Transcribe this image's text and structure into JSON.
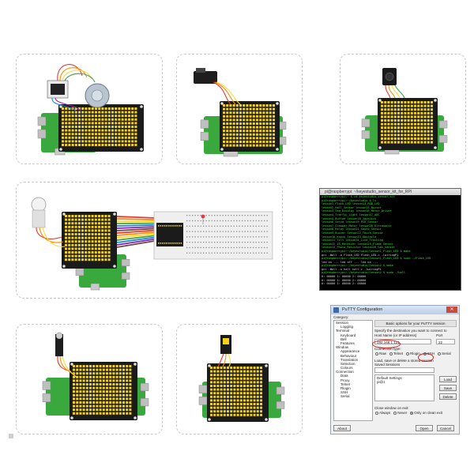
{
  "terminal": {
    "title": "pi@raspberrypi: ~/keyestudio_sensor_kit_for_RPI",
    "lines": [
      {
        "t": "pi@raspberrypi:~ $ cd keyestudio_sensor_kit",
        "c": "g"
      },
      {
        "t": "pi@raspberrypi:~/keyestudio $ ls",
        "c": "g"
      },
      {
        "t": "lesson1_Flash_LED          lesson14_RGB_LED",
        "c": "g"
      },
      {
        "t": "lesson2_Hall_Sensor        lesson15_Buzzer",
        "c": "g"
      },
      {
        "t": "lesson3_Seg_Display        lesson16_Motor_Driver",
        "c": "g"
      },
      {
        "t": "lesson4_Traffic_Light      lesson17_ADC",
        "c": "g"
      },
      {
        "t": "lesson5_Button             lesson18_Joystick",
        "c": "g"
      },
      {
        "t": "lesson6_Servo              lesson19_PIR_Sensor",
        "c": "g"
      },
      {
        "t": "lesson7_Stepper_Motor      lesson20_Ultrasonic",
        "c": "g"
      },
      {
        "t": "lesson8_Relay              lesson21_Sound_Sensor",
        "c": "g"
      },
      {
        "t": "lesson9_Buzzer             lesson22_Touch_Sensor",
        "c": "g"
      },
      {
        "t": "lesson10_Knock             lesson23_Obstacle",
        "c": "g"
      },
      {
        "t": "lesson11_Tilt              lesson24_Line_Tracking",
        "c": "g"
      },
      {
        "t": "lesson12_IR_Receiver       lesson25_Flame_Sensor",
        "c": "g"
      },
      {
        "t": "lesson13_Photo_Resistor    lesson26_Gas_Sensor",
        "c": "g"
      },
      {
        "t": "pi@raspberrypi:~/keyestudio/lesson1_Flash_LED $ make",
        "c": "g"
      },
      {
        "t": "gcc -Wall -o Flash_LED Flash_LED.c -lwiringPi",
        "c": "w"
      },
      {
        "t": "pi@raspberrypi:~/keyestudio/lesson1_Flash_LED $ sudo ./Flash_LED",
        "c": "g"
      },
      {
        "t": "led on ... led off ... led on ...",
        "c": "w"
      },
      {
        "t": "pi@raspberrypi:~/keyestudio/lesson2 $ make",
        "c": "g"
      },
      {
        "t": "gcc -Wall -o hall hall.c -lwiringPi",
        "c": "w"
      },
      {
        "t": "pi@raspberrypi:~/keyestudio/lesson2 $ sudo ./hall",
        "c": "g"
      },
      {
        "t": "0: 00000   1: 00000   2: 00000",
        "c": "w"
      },
      {
        "t": "0: 00000   1: 00000   2: 00000",
        "c": "w"
      },
      {
        "t": "0: 00000   1: 00000   2: 00000",
        "c": "w"
      }
    ]
  },
  "putty": {
    "title": "PuTTY Configuration",
    "category_label": "Category:",
    "tree": [
      "Session",
      "Logging",
      "Terminal",
      "Keyboard",
      "Bell",
      "Features",
      "Window",
      "Appearance",
      "Behaviour",
      "Translation",
      "Selection",
      "Colours",
      "Connection",
      "Data",
      "Proxy",
      "Telnet",
      "Rlogin",
      "SSH",
      "Serial"
    ],
    "header": "Basic options for your PuTTY session",
    "dest_label": "Specify the destination you want to connect to",
    "host_label": "Host Name (or IP address)",
    "port_label": "Port",
    "host_value": "192.168.1.121",
    "port_value": "22",
    "conn_type_label": "Connection type:",
    "conn_types": [
      "Raw",
      "Telnet",
      "Rlogin",
      "SSH",
      "Serial"
    ],
    "sessions_label": "Load, save or delete a stored session",
    "saved_label": "Saved Sessions",
    "sessions": [
      "Default Settings",
      "pi@1"
    ],
    "load": "Load",
    "save": "Save",
    "delete": "Delete",
    "close_label": "Close window on exit:",
    "close_opts": [
      "Always",
      "Never",
      "Only on clean exit"
    ],
    "about": "About",
    "open": "Open",
    "cancel": "Cancel"
  },
  "colors": {
    "pcb": "#39a83d",
    "header_yellow": "#f2d21b",
    "board_black": "#1b1b1b",
    "jumper": [
      "#e53935",
      "#fb8c00",
      "#fdd835",
      "#43a047",
      "#1e88e5",
      "#8e24aa"
    ]
  }
}
